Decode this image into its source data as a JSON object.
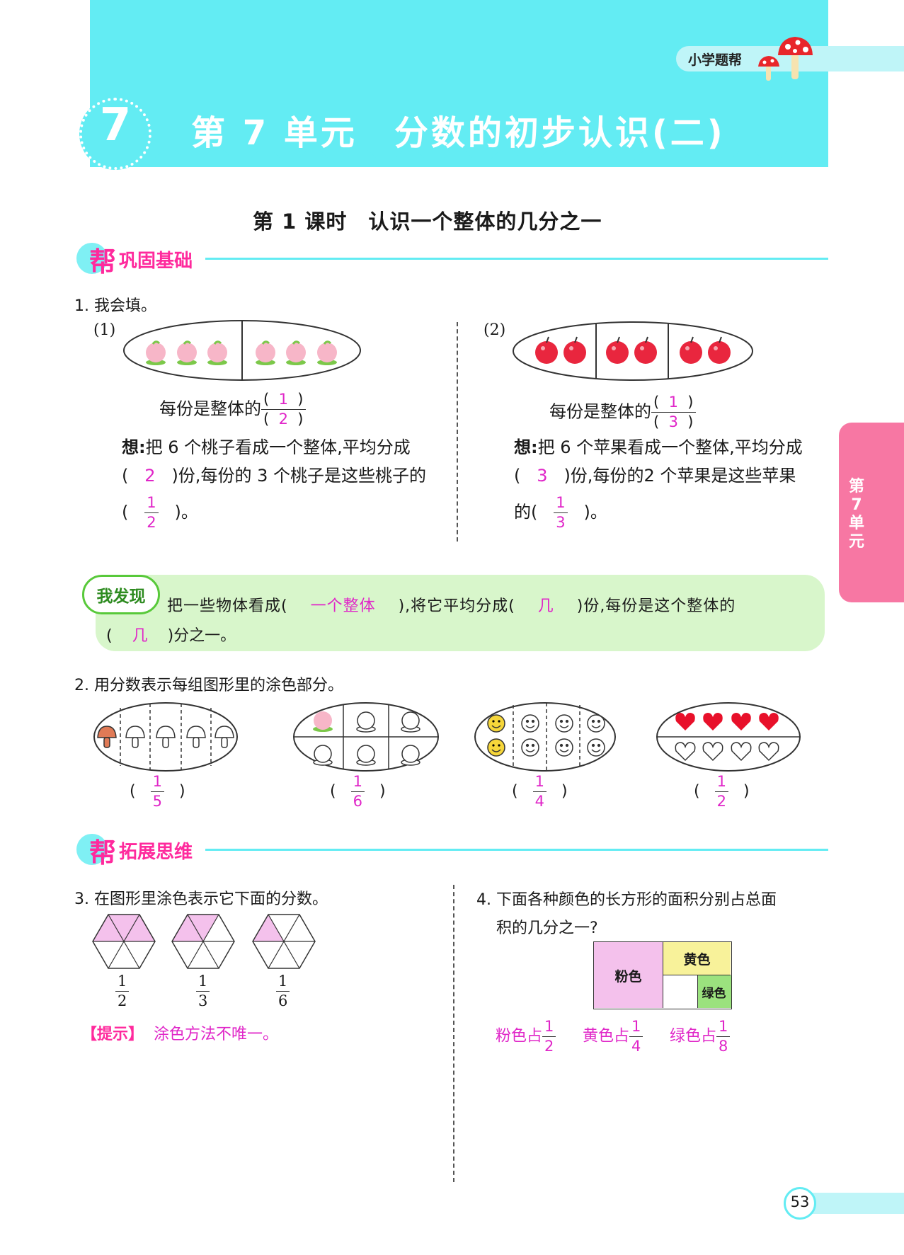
{
  "header": {
    "brand": "小学题帮",
    "unit_number": "7",
    "title": "第 7 单元　分数的初步认识(二)"
  },
  "lesson_title": "第 1 课时　认识一个整体的几分之一",
  "section1": {
    "bang": "帮",
    "label": "巩固基础"
  },
  "section2": {
    "bang": "帮",
    "label": "拓展思维"
  },
  "side_tab": "第7单元",
  "q1": {
    "title": "1. 我会填。",
    "part1": {
      "tag": "(1)",
      "each_prefix": "每份是整体的",
      "each_num": "1",
      "each_den": "2",
      "think_label": "想:",
      "think_line1": "把 6 个桃子看成一个整体,平均分成",
      "open": "(",
      "close": ")",
      "ans_parts": "2",
      "line2_rest": "份,每份的 3 个桃子是这些桃子的",
      "ans_num": "1",
      "ans_den": "2",
      "end": ")。"
    },
    "part2": {
      "tag": "(2)",
      "each_prefix": "每份是整体的",
      "each_num": "1",
      "each_den": "3",
      "think_label": "想:",
      "think_line1": "把 6 个苹果看成一个整体,平均分成",
      "open": "(",
      "close": ")",
      "ans_parts": "3",
      "line2_rest": "份,每份的2 个苹果是这些苹果",
      "line3_prefix": "的(",
      "ans_num": "1",
      "ans_den": "3",
      "end": ")。"
    }
  },
  "discover": {
    "badge": "我发现",
    "t1": "把一些物体看成(",
    "a1": "一个整体",
    "t2": "),将它平均分成(",
    "a2": "几",
    "t3": ")份,每份是这个整体的",
    "t4": "(",
    "a3": "几",
    "t5": ")分之一。"
  },
  "q2": {
    "title": "2. 用分数表示每组图形里的涂色部分。",
    "answers": [
      {
        "num": "1",
        "den": "5"
      },
      {
        "num": "1",
        "den": "6"
      },
      {
        "num": "1",
        "den": "4"
      },
      {
        "num": "1",
        "den": "2"
      }
    ],
    "open": "(",
    "close": ")"
  },
  "q3": {
    "title": "3. 在图形里涂色表示它下面的分数。",
    "fractions": [
      {
        "num": "1",
        "den": "2",
        "shaded": 0.5
      },
      {
        "num": "1",
        "den": "3",
        "shaded": 0.3333
      },
      {
        "num": "1",
        "den": "6",
        "shaded": 0.1667
      }
    ],
    "hint_label": "【提示】",
    "hint_text": "涂色方法不唯一。"
  },
  "q4": {
    "title_line1": "4. 下面各种颜色的长方形的面积分别占总面",
    "title_line2": "积的几分之一?",
    "labels": {
      "pink": "粉色",
      "yellow": "黄色",
      "green": "绿色"
    },
    "answers": [
      {
        "prefix": "粉色占",
        "num": "1",
        "den": "2"
      },
      {
        "prefix": "黄色占",
        "num": "1",
        "den": "4"
      },
      {
        "prefix": "绿色占",
        "num": "1",
        "den": "8"
      }
    ]
  },
  "colors": {
    "cyan": "#63ecf3",
    "pink_answer": "#e026c8",
    "section_pink": "#ff2a9d",
    "discover_bg": "#d8f6cb",
    "side_tab": "#f777a3"
  },
  "page_number": "53"
}
